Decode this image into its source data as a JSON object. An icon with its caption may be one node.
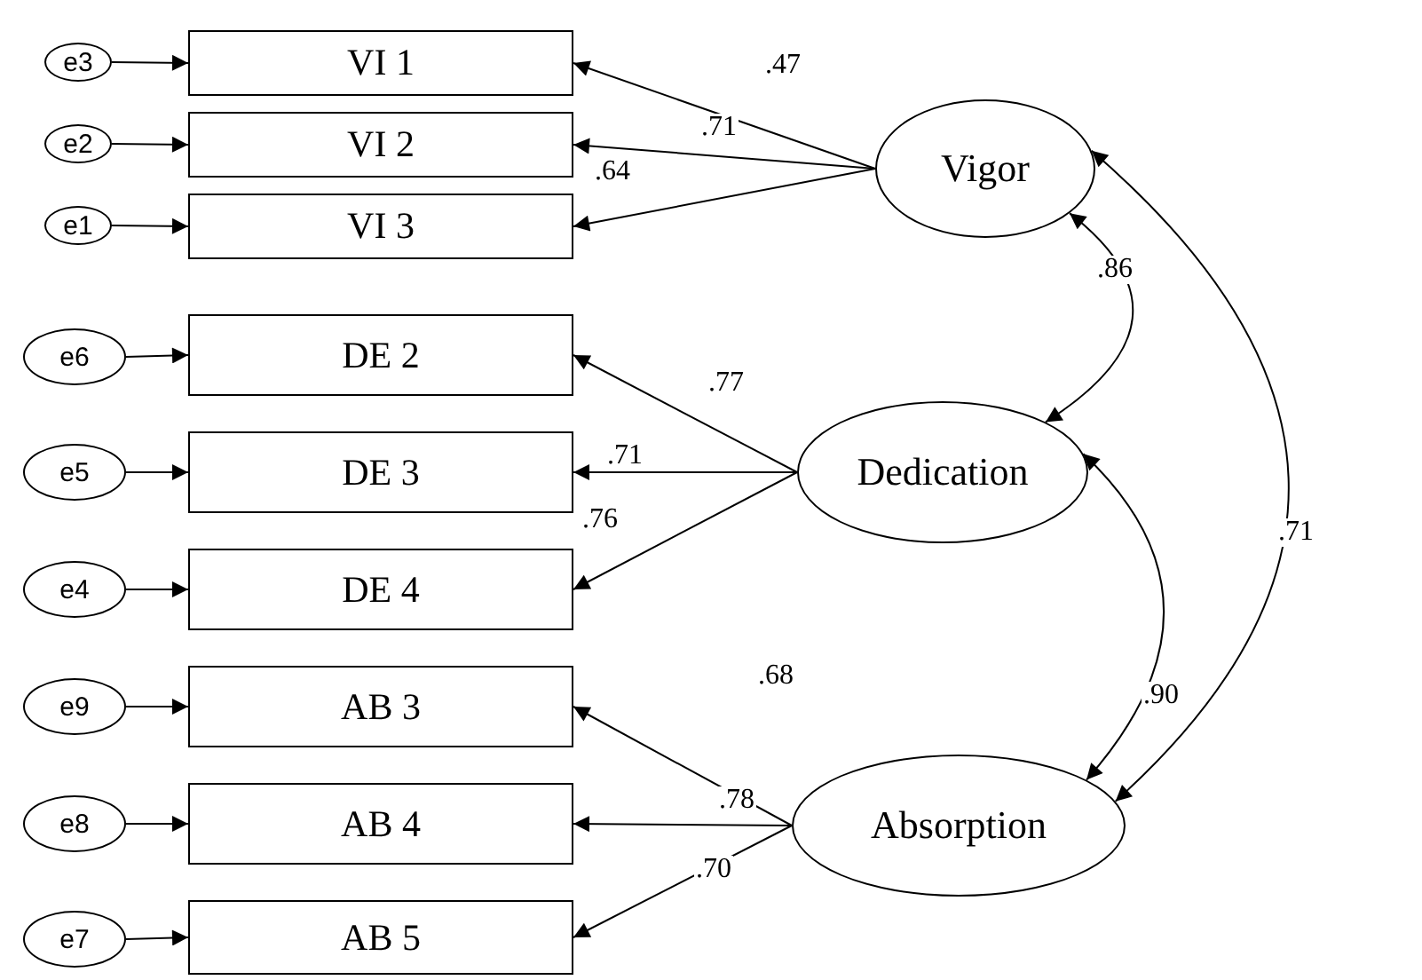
{
  "diagram": {
    "nodes": [
      {
        "text": [
          "e3"
        ]
      },
      {
        "text": [
          "e2"
        ]
      },
      {
        "text": [
          "e1"
        ]
      },
      {
        "text": [
          "VI 1"
        ]
      },
      {
        "text": [
          "VI 2"
        ]
      },
      {
        "text": [
          "VI 3"
        ]
      },
      {
        "text": [
          "Vigor"
        ]
      },
      {
        "text": [
          "e6"
        ]
      },
      {
        "text": [
          "e5"
        ]
      },
      {
        "text": [
          "e4"
        ]
      },
      {
        "text": [
          "DE 2"
        ]
      },
      {
        "text": [
          "DE 3"
        ]
      },
      {
        "text": [
          "DE 4"
        ]
      },
      {
        "text": [
          "Dedication"
        ]
      },
      {
        "text": [
          "e9"
        ]
      },
      {
        "text": [
          "e8"
        ]
      },
      {
        "text": [
          "e7"
        ]
      },
      {
        "text": [
          "AB 3"
        ]
      },
      {
        "text": [
          "AB 4"
        ]
      },
      {
        "text": [
          "AB 5"
        ]
      },
      {
        "text": [
          "Absorption"
        ]
      }
    ],
    "edges": [
      {
        "from": 0,
        "to": 3,
        "arrow": "to"
      },
      {
        "from": 1,
        "to": 4,
        "arrow": "to"
      },
      {
        "from": 2,
        "to": 5,
        "arrow": "to"
      },
      {
        "from": 6,
        "to": 3,
        "arrow": "to",
        "label": ".47"
      },
      {
        "from": 6,
        "to": 4,
        "arrow": "to",
        "label": ".71"
      },
      {
        "from": 6,
        "to": 5,
        "arrow": "to",
        "label": ".64"
      },
      {
        "from": 7,
        "to": 10,
        "arrow": "to"
      },
      {
        "from": 8,
        "to": 11,
        "arrow": "to"
      },
      {
        "from": 9,
        "to": 12,
        "arrow": "to"
      },
      {
        "from": 13,
        "to": 10,
        "arrow": "to",
        "label": ".77"
      },
      {
        "from": 13,
        "to": 11,
        "arrow": "to",
        "label": ".71"
      },
      {
        "from": 13,
        "to": 12,
        "arrow": "to",
        "label": ".76"
      },
      {
        "from": 14,
        "to": 17,
        "arrow": "to"
      },
      {
        "from": 15,
        "to": 18,
        "arrow": "to"
      },
      {
        "from": 16,
        "to": 19,
        "arrow": "to"
      },
      {
        "from": 20,
        "to": 17,
        "arrow": "to",
        "label": ".68"
      },
      {
        "from": 20,
        "to": 18,
        "arrow": "to",
        "label": ".78"
      },
      {
        "from": 20,
        "to": 19,
        "arrow": "to",
        "label": ".70"
      },
      {
        "from": 6,
        "to": 13,
        "arrow": "both",
        "label": ".86"
      },
      {
        "from": 13,
        "to": 20,
        "arrow": "both",
        "label": ".90"
      },
      {
        "from": 6,
        "to": 20,
        "arrow": "both",
        "label": ".71"
      }
    ]
  }
}
